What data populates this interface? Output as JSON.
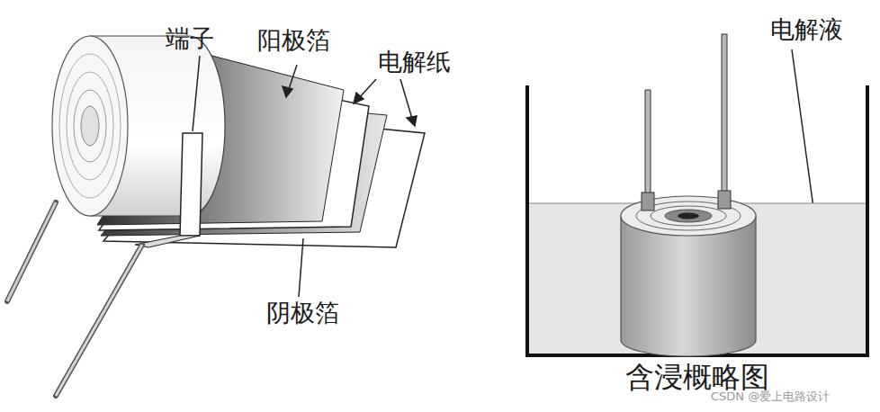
{
  "diagram": {
    "caption": "含浸概略图",
    "labels": [
      "端子",
      "阳极箔",
      "电解纸",
      "阴极箔",
      "电解液",
      "CSDN @爱上电路设计"
    ]
  }
}
